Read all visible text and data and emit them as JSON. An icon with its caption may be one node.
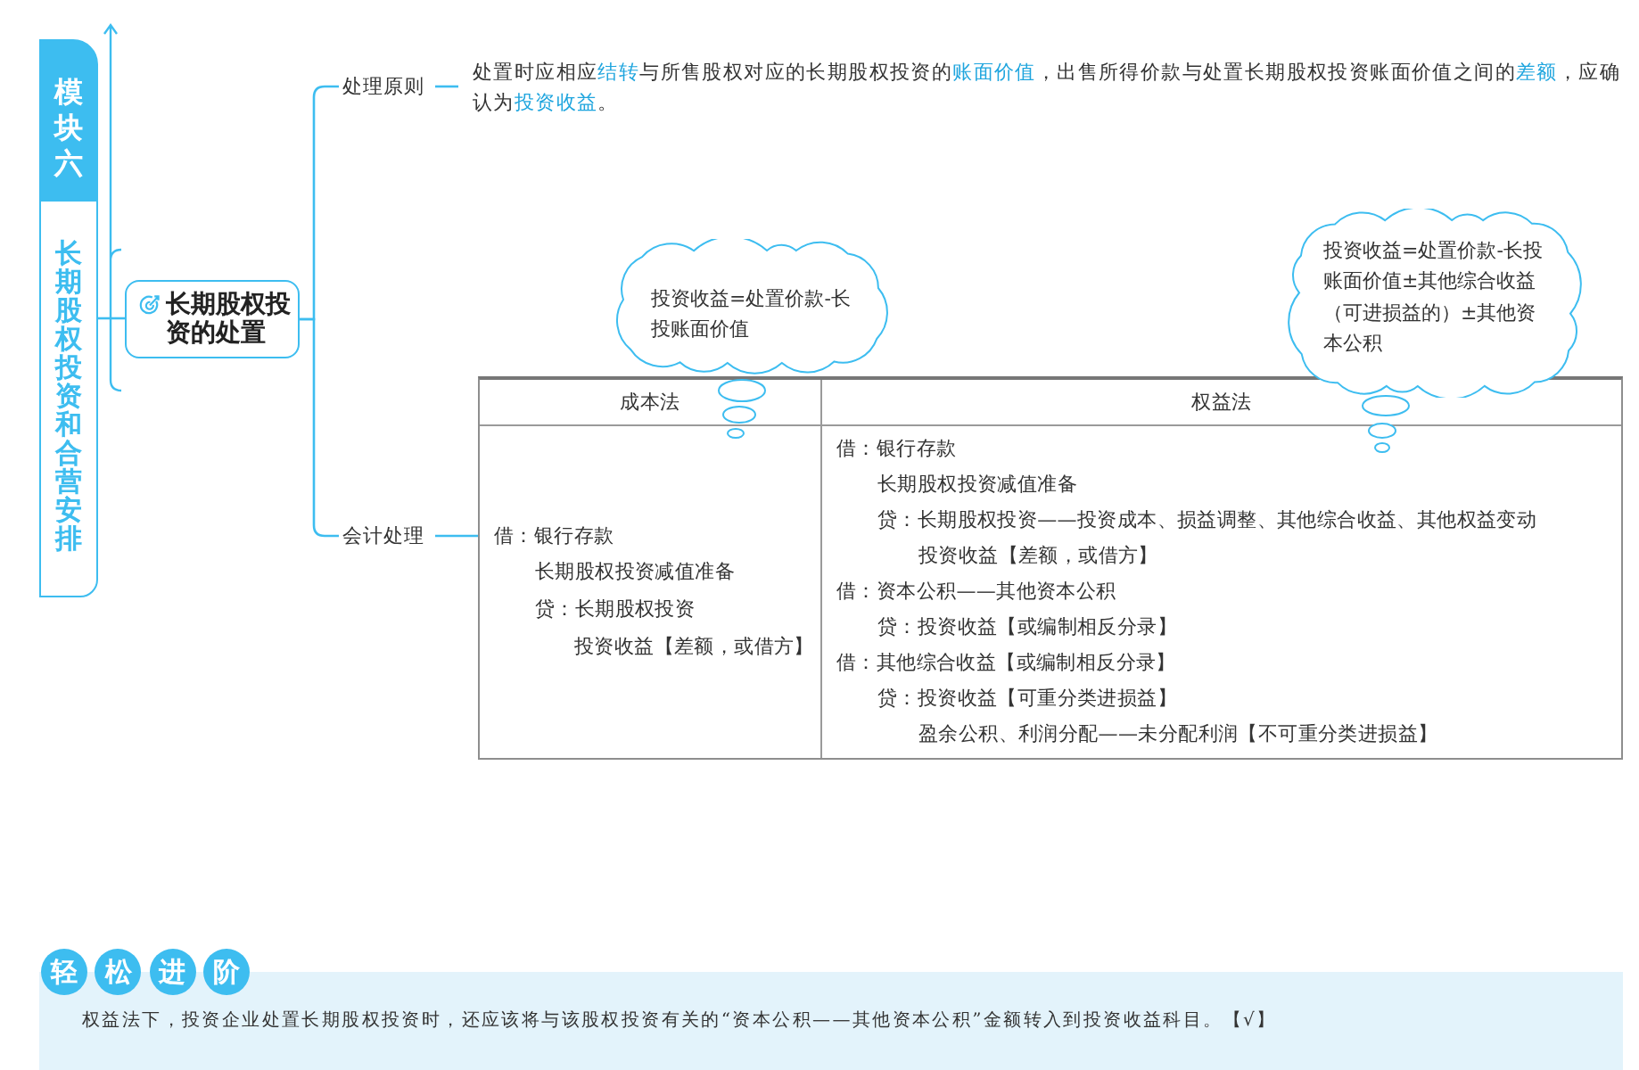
{
  "diagram": {
    "nodes": [
      {
        "text": [
          "模块六",
          "长期股权投资和合营安排"
        ]
      },
      {
        "text": [
          "长期股权投资的处置"
        ]
      },
      {
        "text": [
          "处理原则"
        ]
      },
      {
        "text": [
          "处置时应相应**结转**与所售股权对应的长期股权投资的**账面价值**，出售所得价款与处置长期股权投资账面价值之间的**差额**，应确认为**投资收益**。"
        ]
      },
      {
        "text": [
          "投资收益=处置价款-长投账面价值"
        ]
      },
      {
        "text": [
          "投资收益=处置价款-长投账面价值±其他综合收益（可进损益的）±其他资本公积"
        ]
      },
      {
        "text": [
          "会计处理"
        ]
      },
      {
        "text": [],
        "shape": "box"
      },
      {
        "text": [
          "成本法"
        ],
        "in": 7
      },
      {
        "text": [
          "权益法"
        ],
        "in": 7
      },
      {
        "text": [
          "借：银行存款",
          "长期股权投资减值准备",
          "贷：长期股权投资",
          "投资收益【差额，或借方】"
        ],
        "in": 7
      },
      {
        "text": [
          "借：银行存款",
          "长期股权投资减值准备",
          "贷：长期股权投资——投资成本、损益调整、其他综合收益、其他权益变动",
          "投资收益【差额，或借方】",
          "借：资本公积——其他资本公积",
          "贷：投资收益【或编制相反分录】",
          "借：其他综合收益【或编制相反分录】",
          "贷：投资收益【可重分类进损益】",
          "盈余公积、利润分配——未分配利润【不可重分类进损益】"
        ],
        "in": 7
      },
      {
        "text": [
          "轻松进阶",
          "权益法下，投资企业处置长期股权投资时，还应该将与该股权投资有关的“资本公积——其他资本公积”金额转入到投资收益科目。【√】"
        ]
      }
    ],
    "edges": [
      {
        "from": 0,
        "to": 1,
        "arrow": "none"
      },
      {
        "from": 1,
        "to": 2,
        "arrow": "none"
      },
      {
        "from": 1,
        "to": 6,
        "arrow": "none"
      },
      {
        "from": 2,
        "to": 3,
        "arrow": "none"
      },
      {
        "from": 6,
        "to": 7,
        "arrow": "none"
      }
    ]
  }
}
